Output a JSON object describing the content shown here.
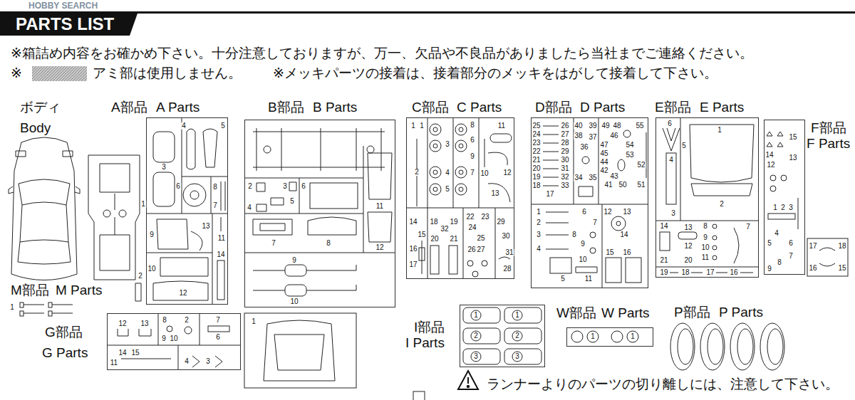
{
  "diagram": {
    "title": "PARTS LIST",
    "nodes": [
      {
        "text": [
          "ボディ",
          "Body"
        ]
      },
      {
        "text": [
          "A部品",
          "A Parts"
        ]
      },
      {
        "text": [
          "B部品",
          "B Parts"
        ]
      },
      {
        "text": [
          "C部品",
          "C Parts"
        ]
      },
      {
        "text": [
          "D部品",
          "D Parts"
        ]
      },
      {
        "text": [
          "E部品",
          "E Parts"
        ]
      },
      {
        "text": [
          "F部品",
          "F Parts"
        ]
      },
      {
        "text": [
          "M部品",
          "M Parts"
        ]
      },
      {
        "text": [
          "G部品",
          "G Parts"
        ]
      },
      {
        "text": [
          "I部品",
          "I Parts"
        ]
      },
      {
        "text": [
          "W部品",
          "W Parts"
        ]
      },
      {
        "text": [
          "P部品",
          "P Parts"
        ]
      }
    ],
    "labels": [
      "HOBBY SEARCH",
      "※箱詰め内容をお確かめ下さい。十分注意しておりますが、万一、欠品や不良品がありましたら当社までご連絡ください。",
      "※",
      "アミ部は使用しません。",
      "※メッキパーツの接着は、接着部分のメッキをはがして接着して下さい。",
      "ランナーよりのパーツの切り離しには、注意して下さい。",
      "3",
      "4",
      "5",
      "6",
      "8",
      "7",
      "1",
      "9",
      "13",
      "11",
      "10",
      "12",
      "14",
      "2",
      "2",
      "3",
      "4",
      "5",
      "6",
      "7",
      "8",
      "9",
      "10",
      "11",
      "12",
      "1",
      "1",
      "1",
      "2",
      "3",
      "4",
      "5",
      "6",
      "7",
      "8",
      "9",
      "10",
      "11",
      "12",
      "13",
      "14",
      "15",
      "16",
      "17",
      "18",
      "19",
      "20",
      "21",
      "22",
      "23",
      "24",
      "25",
      "26",
      "27",
      "28",
      "29",
      "30",
      "31",
      "32",
      "25",
      "24",
      "23",
      "22",
      "21",
      "20",
      "19",
      "18",
      "26",
      "27",
      "28",
      "29",
      "30",
      "31",
      "32",
      "33",
      "17",
      "40",
      "39",
      "38",
      "37",
      "36",
      "34",
      "35",
      "49",
      "48",
      "55",
      "46",
      "54",
      "47",
      "45",
      "53",
      "44",
      "42",
      "43",
      "52",
      "41",
      "50",
      "51",
      "1",
      "2",
      "3",
      "4",
      "5",
      "6",
      "7",
      "8",
      "9",
      "10",
      "11",
      "12",
      "13",
      "14",
      "15",
      "16",
      "6",
      "5",
      "1",
      "4",
      "3",
      "2",
      "14",
      "13",
      "8",
      "9",
      "10",
      "11",
      "12",
      "7",
      "21",
      "20",
      "19",
      "18",
      "17",
      "16",
      "15",
      "14",
      "13",
      "12",
      "1",
      "2",
      "3",
      "4",
      "5",
      "6",
      "7",
      "8",
      "9",
      "17",
      "18",
      "16",
      "15",
      "12",
      "13",
      "8",
      "2",
      "7",
      "9",
      "10",
      "6",
      "14",
      "15",
      "11",
      "4",
      "3",
      "1",
      "1",
      "1",
      "2",
      "2",
      "3",
      "3",
      "1",
      "1"
    ]
  }
}
